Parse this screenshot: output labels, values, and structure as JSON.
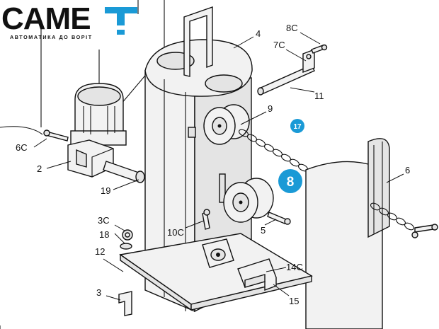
{
  "brand": {
    "name": "CAME",
    "tagline": "АВТОМАТИКА ДО ВОРІТ",
    "accent_color": "#1a9ad6",
    "icon": "came-t-logo-icon"
  },
  "colors": {
    "badge": "#1a9ad6",
    "line": "#111111"
  },
  "callouts": {
    "c4": "4",
    "c8c": "8C",
    "c7c": "7C",
    "c11": "11",
    "c9": "9",
    "c6c": "6C",
    "c2": "2",
    "c19": "19",
    "c6": "6",
    "c3c": "3C",
    "c18": "18",
    "c12": "12",
    "c10c": "10C",
    "c5": "5",
    "c14c": "14C",
    "c3": "3",
    "c15": "15"
  },
  "badges": {
    "b17": "17",
    "b8": "8"
  }
}
